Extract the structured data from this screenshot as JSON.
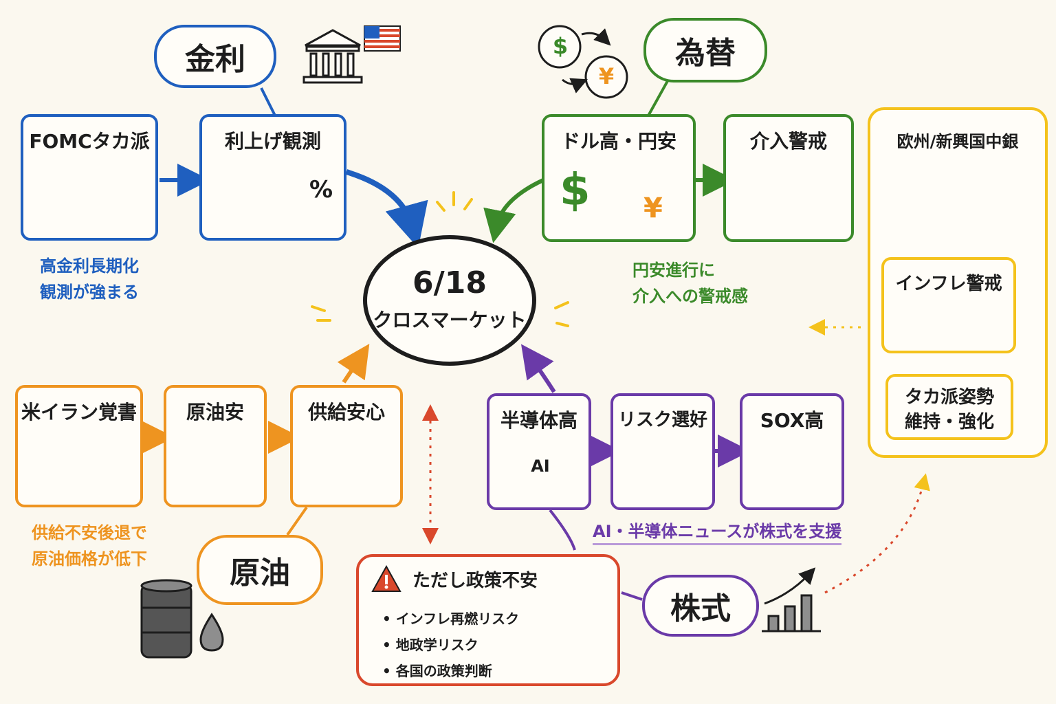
{
  "center": {
    "date": "6/18",
    "label": "クロスマーケット"
  },
  "rates": {
    "category": "金利",
    "box1": "FOMCタカ派",
    "box2": "利上げ観測",
    "note_line1": "高金利長期化",
    "note_line2": "観測が強まる",
    "percent_symbol": "%"
  },
  "fx": {
    "category": "為替",
    "box1": "ドル高・円安",
    "box2": "介入警戒",
    "note_line1": "円安進行に",
    "note_line2": "介入への警戒感",
    "dollar_symbol": "$",
    "yen_symbol": "¥"
  },
  "central_banks": {
    "title": "欧州/新興国中銀",
    "step1": "インフレ警戒",
    "step2_line1": "タカ派姿勢",
    "step2_line2": "維持・強化"
  },
  "oil": {
    "category": "原油",
    "box1": "米イラン覚書",
    "box2": "原油安",
    "box3": "供給安心",
    "note_line1": "供給不安後退で",
    "note_line2": "原油価格が低下"
  },
  "stocks": {
    "category": "株式",
    "box1": "半導体高",
    "box2": "リスク選好",
    "box3": "SOX高",
    "chip_label": "AI",
    "note": "AI・半導体ニュースが株式を支援"
  },
  "risk": {
    "title": "ただし政策不安",
    "items": [
      "インフレ再燃リスク",
      "地政学リスク",
      "各国の政策判断"
    ]
  },
  "colors": {
    "rates": "#1f5fbf",
    "fx": "#3b8a2a",
    "central_banks": "#f4c21c",
    "oil": "#ee9420",
    "stocks": "#6a3aa8",
    "risk": "#d9482c"
  }
}
